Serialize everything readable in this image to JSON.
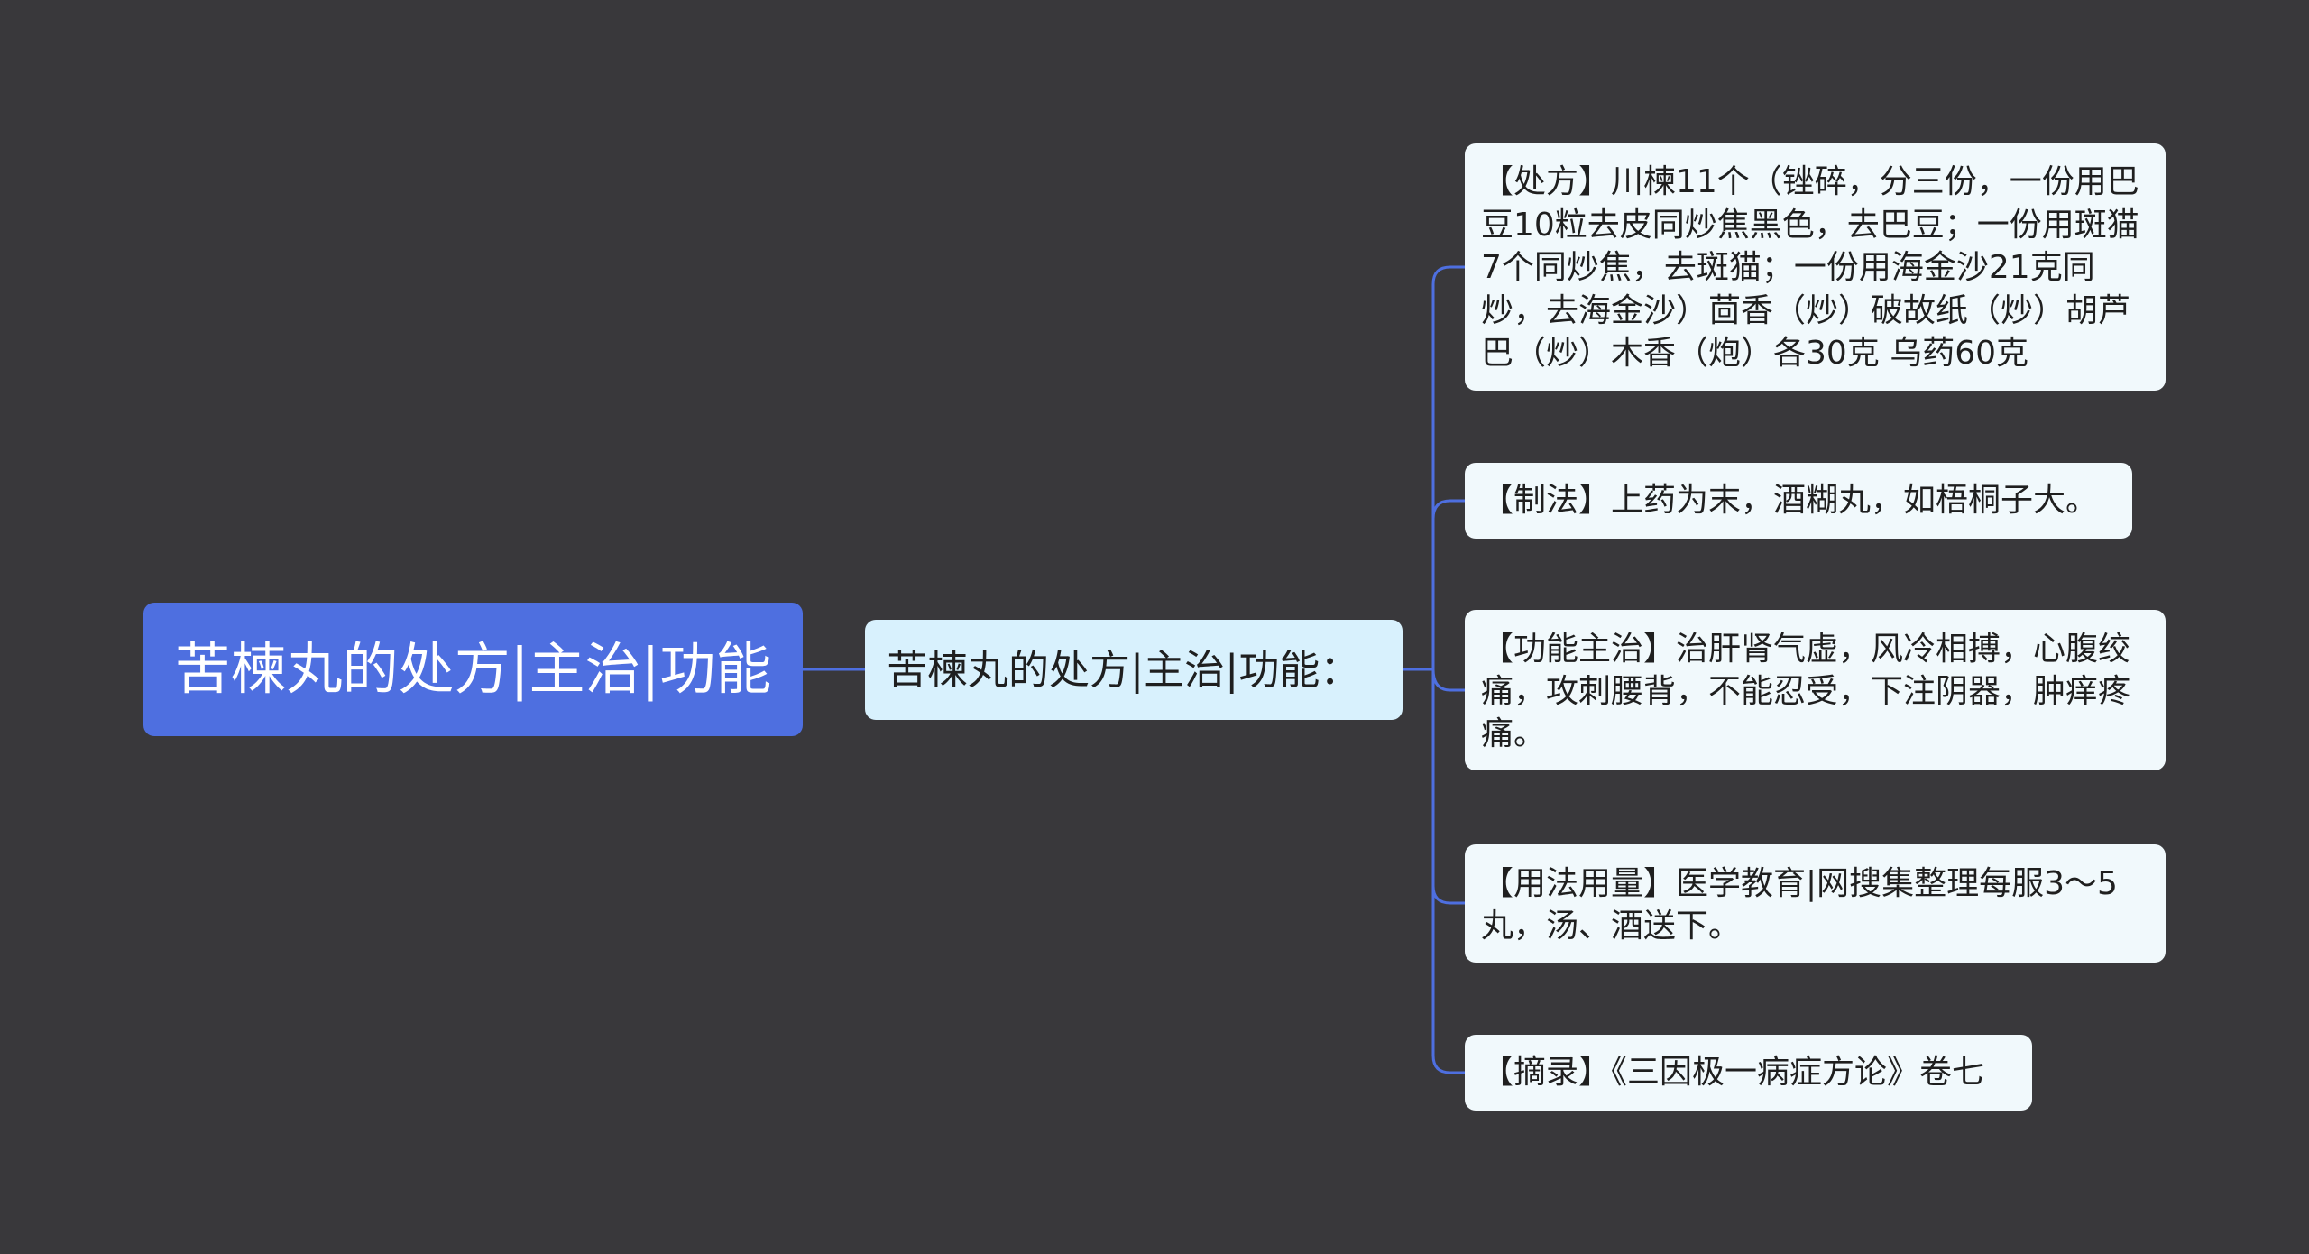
{
  "mindmap": {
    "root": {
      "label": "苦楝丸的处方|主治|功能"
    },
    "branch": {
      "label": "苦楝丸的处方|主治|功能："
    },
    "leaves": [
      {
        "label": "【处方】川楝11个（锉碎，分三份，一份用巴豆10粒去皮同炒焦黑色，去巴豆；一份用斑猫7个同炒焦，去斑猫；一份用海金沙21克同炒，去海金沙）茴香（炒）破故纸（炒）胡芦巴（炒）木香（炮）各30克 乌药60克"
      },
      {
        "label": "【制法】上药为末，酒糊丸，如梧桐子大。"
      },
      {
        "label": "【功能主治】治肝肾气虚，风冷相搏，心腹绞痛，攻刺腰背，不能忍受，下注阴器，肿痒疼痛。"
      },
      {
        "label": "【用法用量】医学教育|网搜集整理每服3～5丸，汤、酒送下。"
      },
      {
        "label": "【摘录】《三因极一病症方论》卷七"
      }
    ]
  },
  "colors": {
    "background": "#39383b",
    "root_fill": "#4e6fe0",
    "branch_fill": "#d8f1fd",
    "leaf_fill": "#f1f9fc",
    "connector": "#4e6fe0"
  }
}
